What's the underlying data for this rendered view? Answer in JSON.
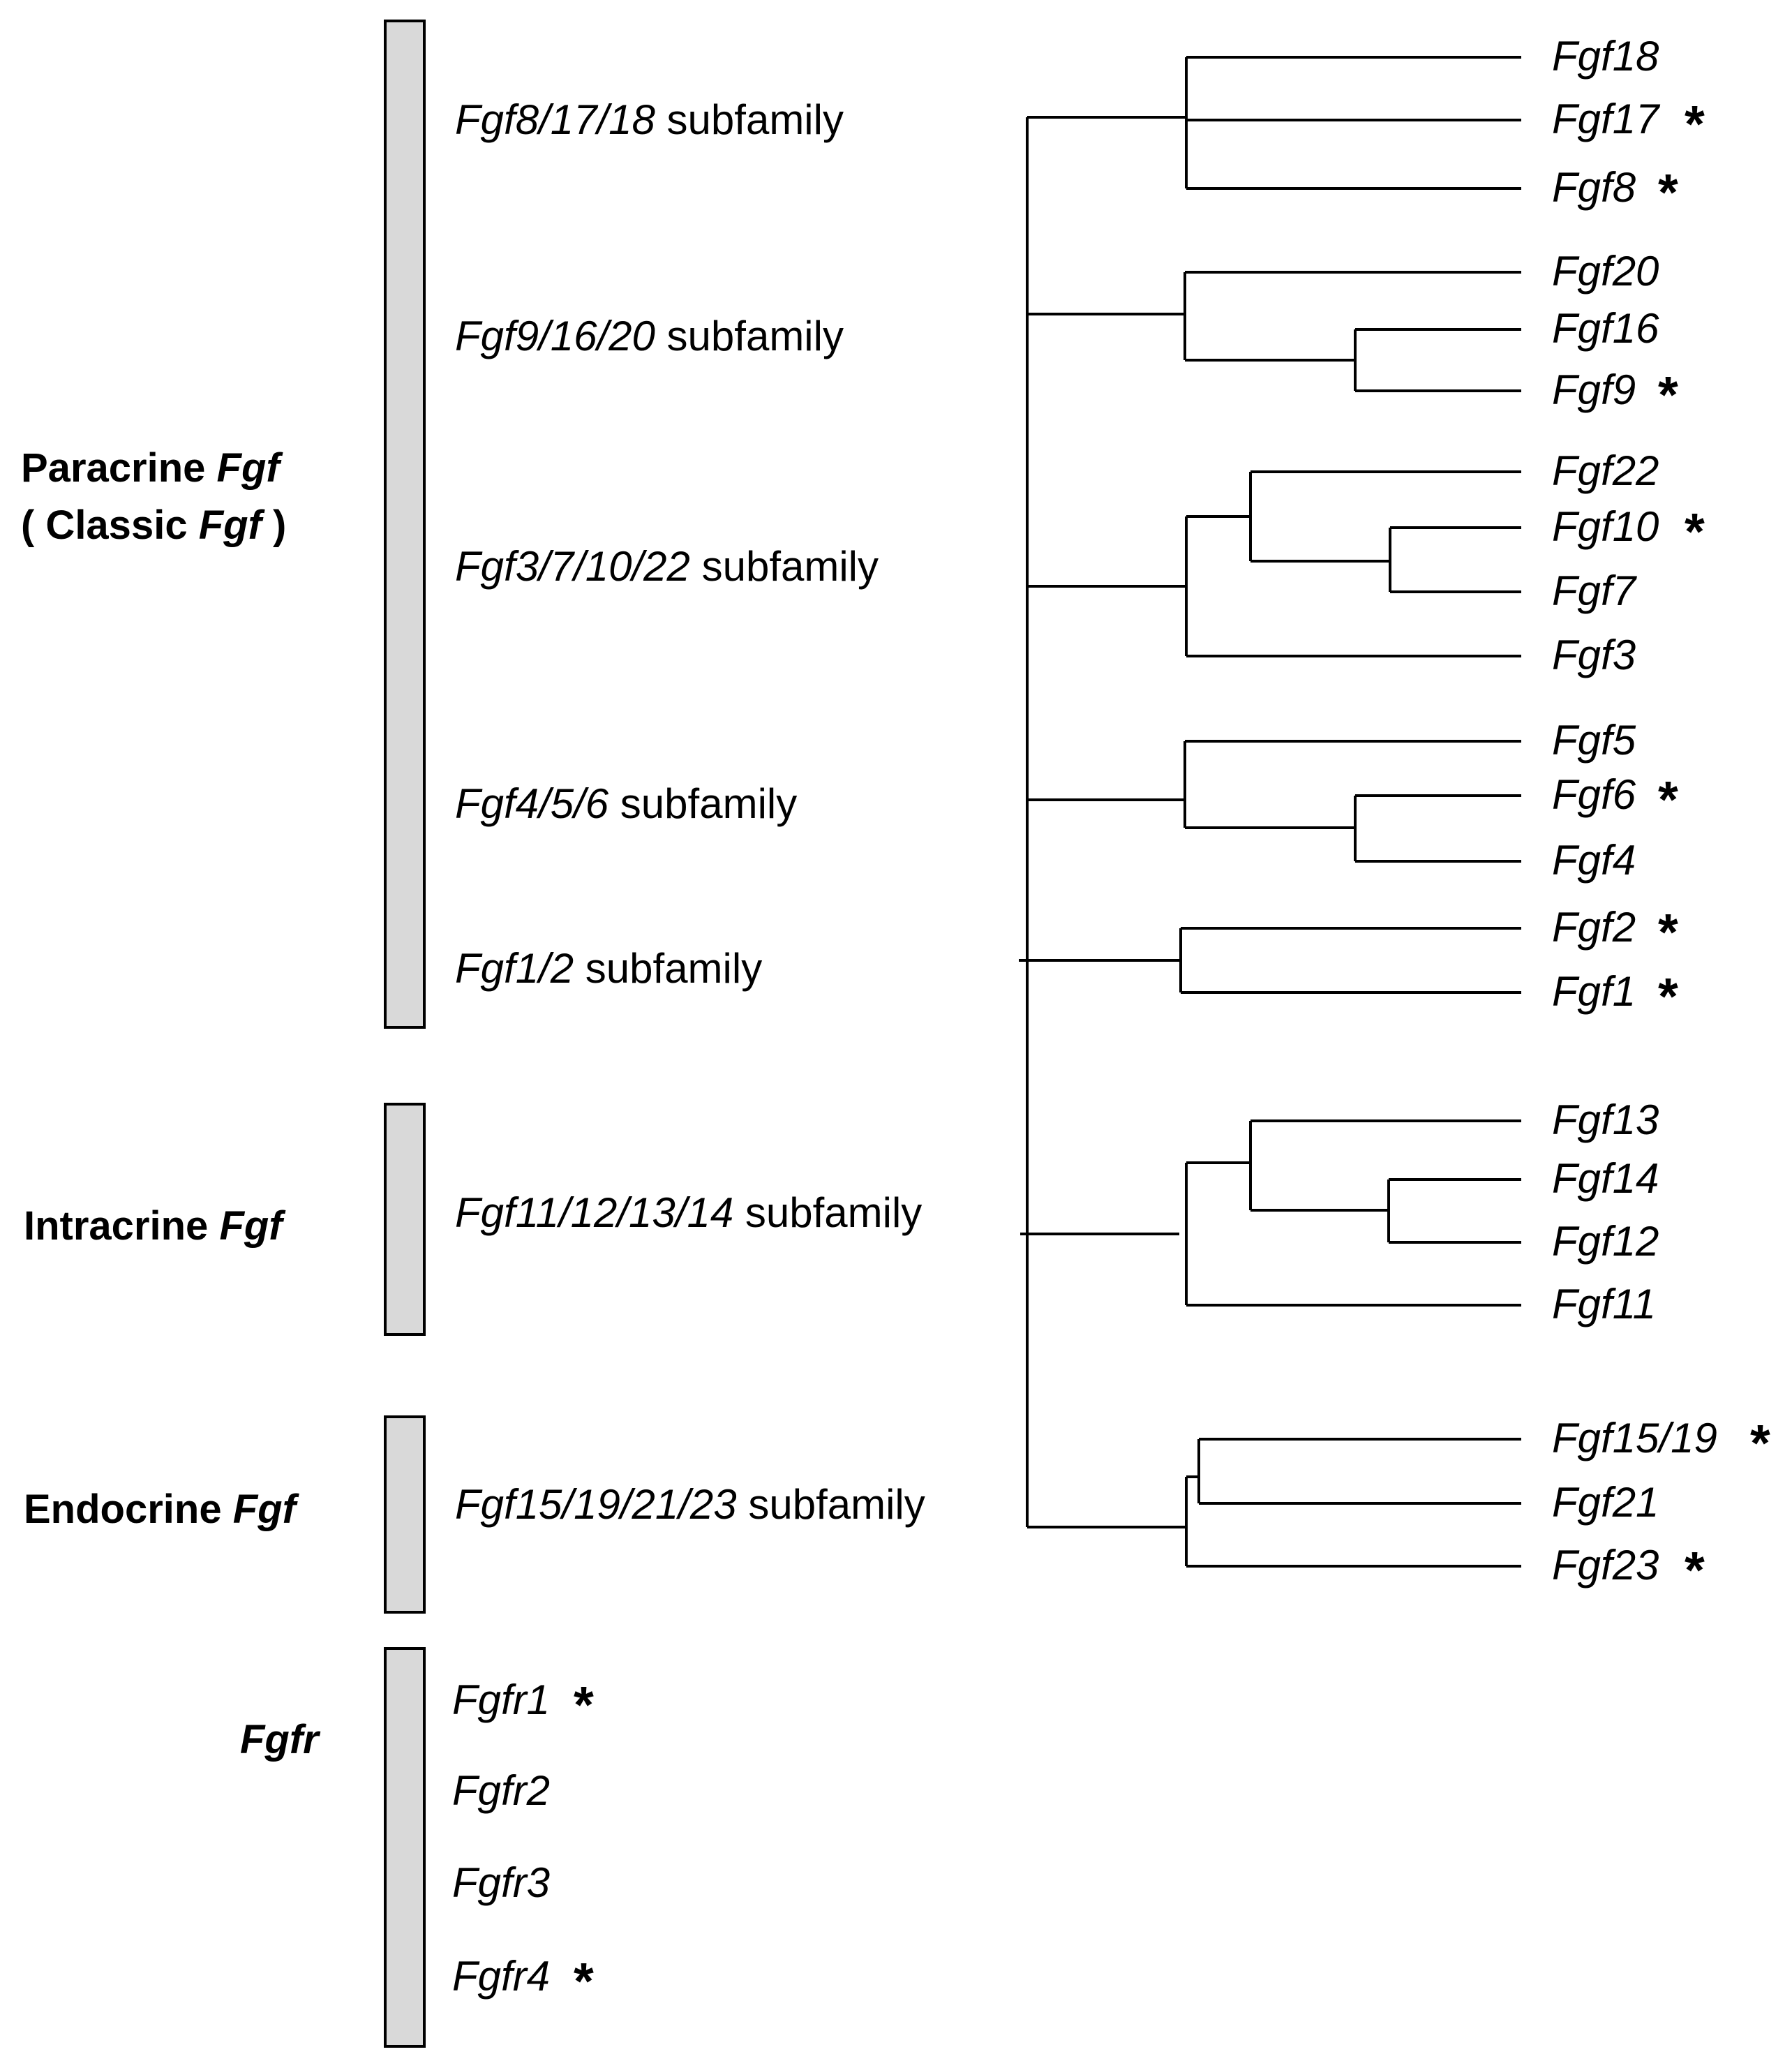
{
  "groups": [
    {
      "id": "paracrine",
      "line1_prefix": "Paracrine ",
      "line1_italic": "Fgf",
      "line2_prefix": "( Classic ",
      "line2_italic": "Fgf",
      "line2_suffix": " )"
    },
    {
      "id": "intracrine",
      "prefix": "Intracrine ",
      "italic": "Fgf"
    },
    {
      "id": "endocrine",
      "prefix": "Endocrine ",
      "italic": "Fgf"
    },
    {
      "id": "fgfr",
      "italic": "Fgfr"
    }
  ],
  "subfamilies": [
    {
      "genes": "Fgf8/17/18",
      "suffix": " subfamily"
    },
    {
      "genes": "Fgf9/16/20",
      "suffix": " subfamily"
    },
    {
      "genes": "Fgf3/7/10/22",
      "suffix": " subfamily"
    },
    {
      "genes": "Fgf4/5/6",
      "suffix": " subfamily"
    },
    {
      "genes": "Fgf1/2",
      "suffix": " subfamily"
    },
    {
      "genes": "Fgf11/12/13/14",
      "suffix": " subfamily"
    },
    {
      "genes": "Fgf15/19/21/23",
      "suffix": " subfamily"
    }
  ],
  "receptors": [
    {
      "name": "Fgfr1",
      "star": "*"
    },
    {
      "name": "Fgfr2",
      "star": ""
    },
    {
      "name": "Fgfr3",
      "star": ""
    },
    {
      "name": "Fgfr4",
      "star": "*"
    }
  ],
  "leaves": [
    {
      "name": "Fgf18",
      "star": ""
    },
    {
      "name": "Fgf17",
      "star": "*"
    },
    {
      "name": "Fgf8",
      "star": "*"
    },
    {
      "name": "Fgf20",
      "star": ""
    },
    {
      "name": "Fgf16",
      "star": ""
    },
    {
      "name": "Fgf9",
      "star": "*"
    },
    {
      "name": "Fgf22",
      "star": ""
    },
    {
      "name": "Fgf10",
      "star": "*"
    },
    {
      "name": "Fgf7",
      "star": ""
    },
    {
      "name": "Fgf3",
      "star": ""
    },
    {
      "name": "Fgf5",
      "star": ""
    },
    {
      "name": "Fgf6",
      "star": "*"
    },
    {
      "name": "Fgf4",
      "star": ""
    },
    {
      "name": "Fgf2",
      "star": "*"
    },
    {
      "name": "Fgf1",
      "star": "*"
    },
    {
      "name": "Fgf13",
      "star": ""
    },
    {
      "name": "Fgf14",
      "star": ""
    },
    {
      "name": "Fgf12",
      "star": ""
    },
    {
      "name": "Fgf11",
      "star": ""
    },
    {
      "name": "Fgf15/19",
      "star": "*"
    },
    {
      "name": "Fgf21",
      "star": ""
    },
    {
      "name": "Fgf23",
      "star": "*"
    }
  ]
}
